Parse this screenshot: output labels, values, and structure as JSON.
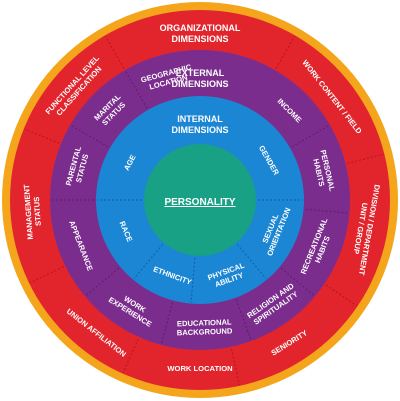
{
  "colors": {
    "gold": "#f4a51c",
    "red": "#e2252d",
    "purple": "#7b2d8e",
    "blue": "#1b86d4",
    "green": "#18a185",
    "divider": "#b3141d"
  },
  "organizational": {
    "title": [
      "ORGANIZATIONAL",
      "DIMENSIONS"
    ],
    "items": [
      [
        "WORK CONTENT / FIELD"
      ],
      [
        "DIVISION / DEPARTMENT",
        "UNIT / GROUP"
      ],
      [
        "SENIORITY"
      ],
      [
        "WORK LOCATION"
      ],
      [
        "UNION AFFILIATION"
      ],
      [
        "MANAGEMENT",
        "STATUS"
      ],
      [
        "FUNCTIONAL LEVEL",
        "CLASSIFICATION"
      ]
    ]
  },
  "external": {
    "title": [
      "EXTERNAL",
      "DIMENSIONS"
    ],
    "items": [
      [
        "INCOME"
      ],
      [
        "PERSONAL",
        "HABITS"
      ],
      [
        "RECREATIONAL",
        "HABITS"
      ],
      [
        "RELIGION AND",
        "SPIRITUALITY"
      ],
      [
        "EDUCATIONAL",
        "BACKGROUND"
      ],
      [
        "WORK",
        "EXPERIENCE"
      ],
      [
        "APPEARANCE"
      ],
      [
        "PARENTAL",
        "STATUS"
      ],
      [
        "MARITAL",
        "STATUS"
      ],
      [
        "GEOGRAPHIC",
        "LOCATION"
      ]
    ]
  },
  "internal": {
    "title": [
      "INTERNAL",
      "DIMENSIONS"
    ],
    "items": [
      [
        "GENDER"
      ],
      [
        "SEXUAL",
        "ORIENTATION"
      ],
      [
        "PHYSICAL",
        "ABILITY"
      ],
      [
        "ETHNICITY"
      ],
      [
        "RACE"
      ],
      [
        "AGE"
      ]
    ]
  },
  "core": {
    "label": "PERSONALITY"
  }
}
